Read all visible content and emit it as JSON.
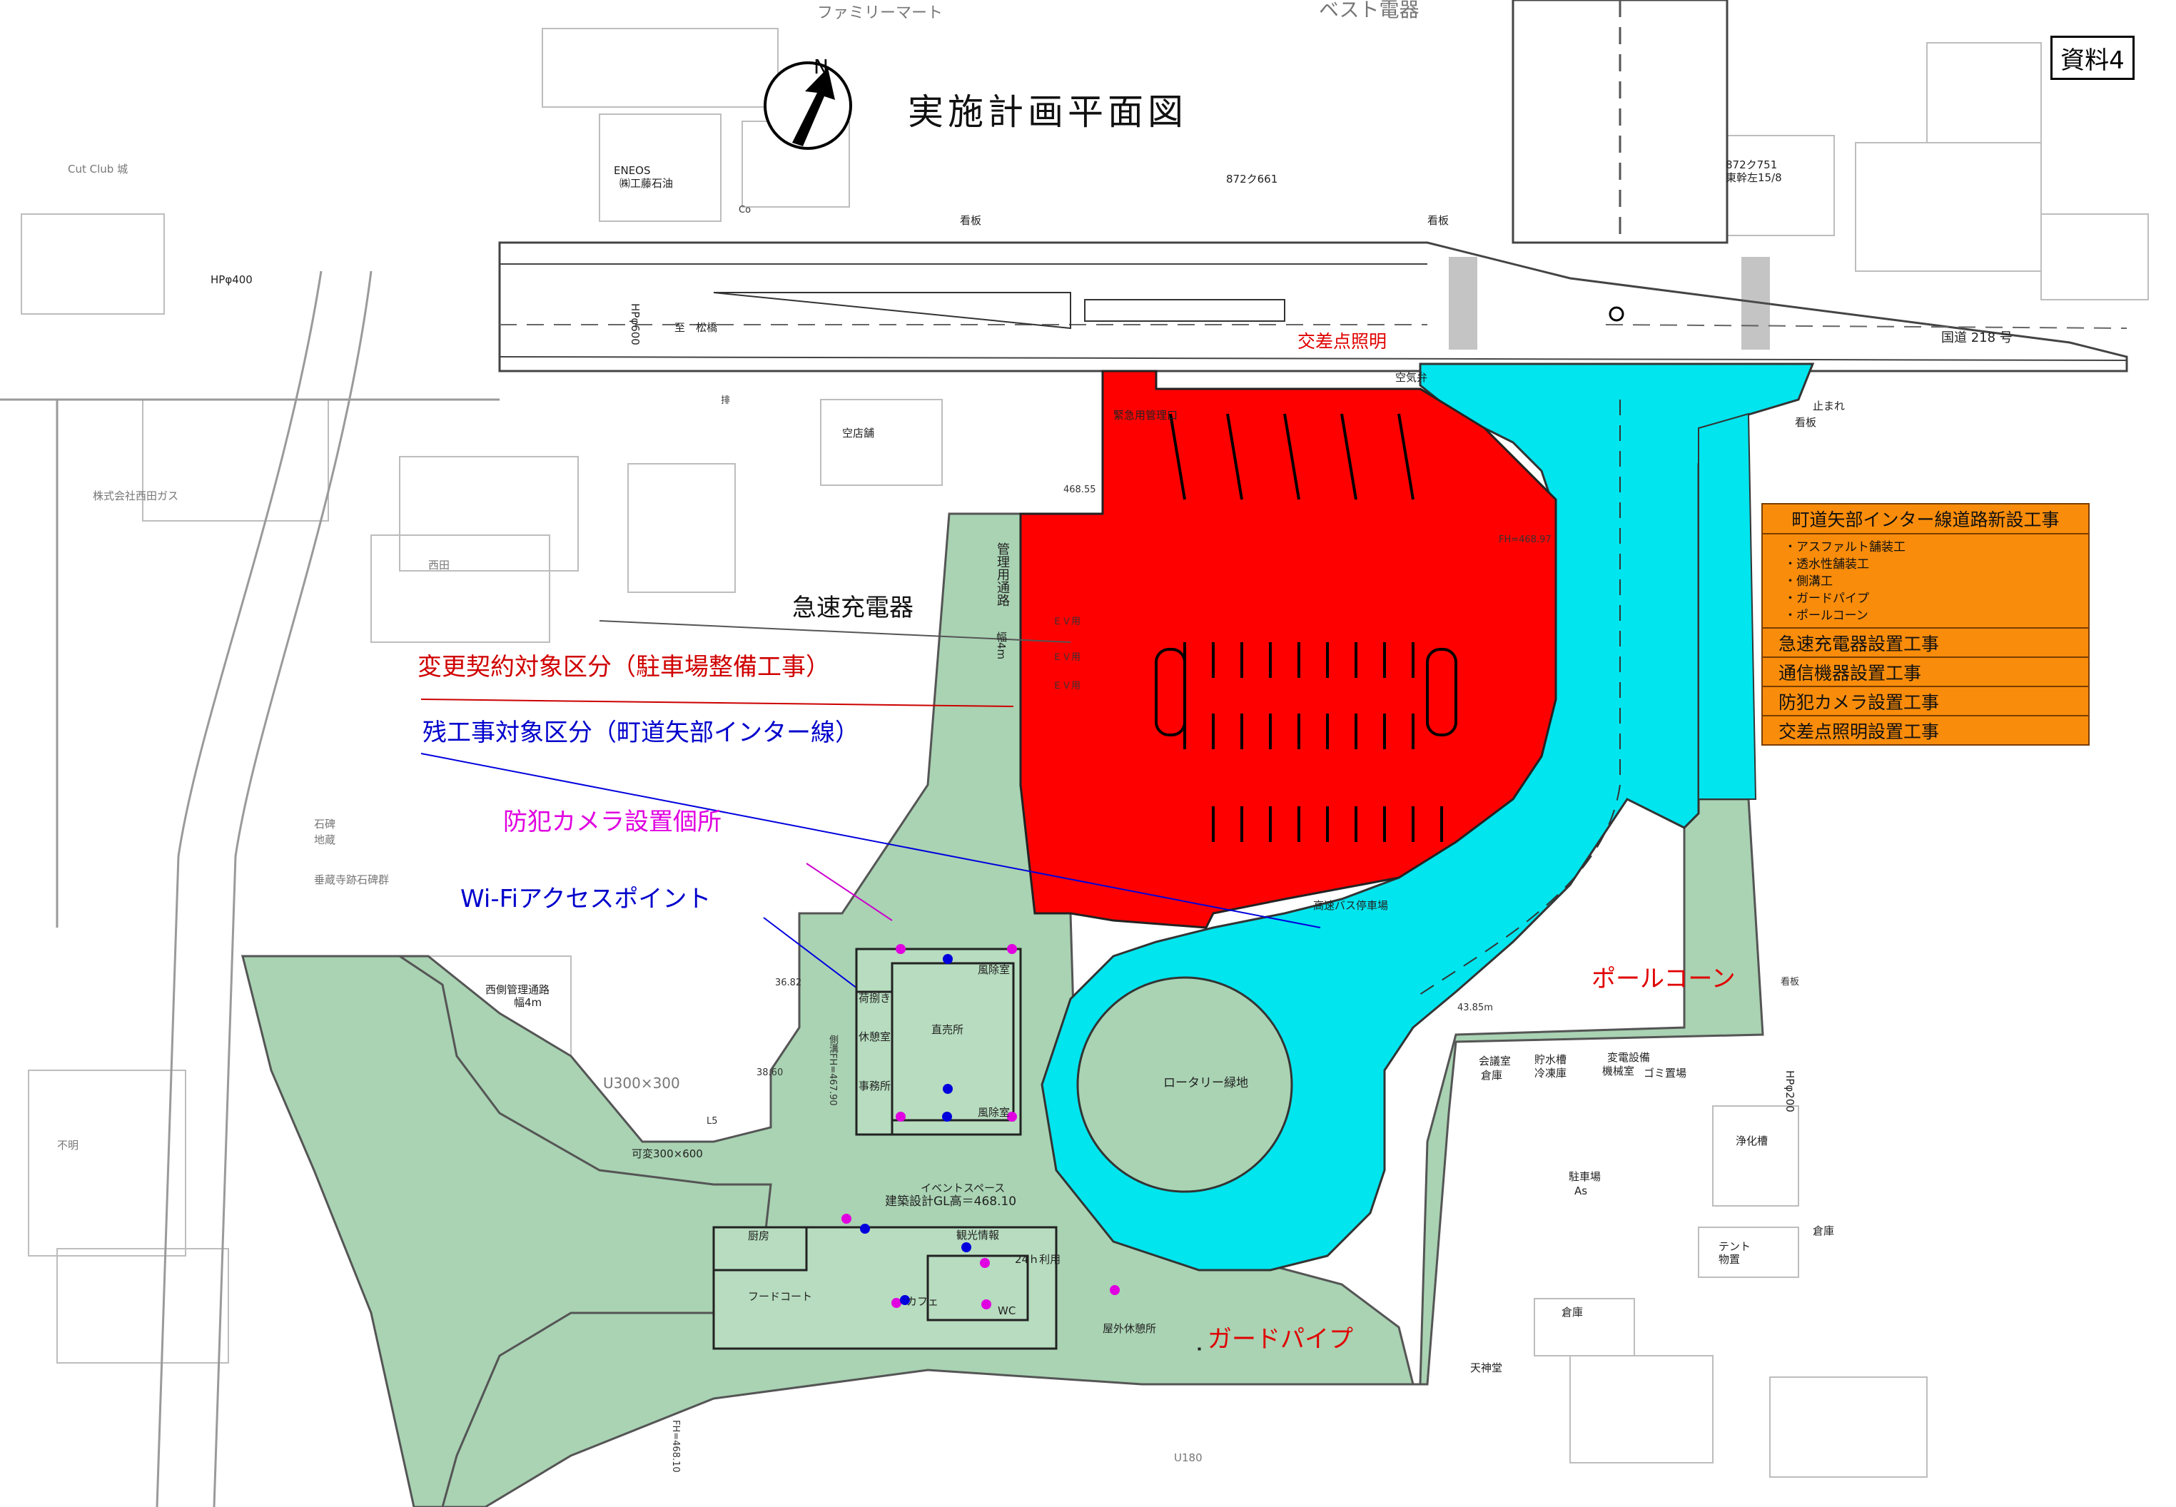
{
  "doc_number": "資料4",
  "title": "実施計画平面図",
  "north_label": "N",
  "annotations": {
    "quick_charger": "急速充電器",
    "change_contract": "変更契約対象区分（駐車場整備工事）",
    "remaining_work": "残工事対象区分（町道矢部インター線）",
    "camera_location": "防犯カメラ設置個所",
    "wifi_access_point": "Wi-Fiアクセスポイント",
    "pole_cone": "ポールコーン",
    "guard_pipe": "ガードパイプ",
    "intersection_light": "交差点照明"
  },
  "legend": {
    "header": "町道矢部インター線道路新設工事",
    "sub_items": [
      "・アスファルト舗装工",
      "・透水性舗装工",
      "・側溝工",
      "・ガードパイプ",
      "・ポールコーン"
    ],
    "rows": [
      "急速充電器設置工事",
      "通信機器設置工事",
      "防犯カメラ設置工事",
      "交差点照明設置工事"
    ]
  },
  "colors": {
    "parking_red": "#ff0000",
    "road_cyan": "#00e5ee",
    "green_area": "#a9d3b3",
    "legend_orange": "#f98c0b",
    "camera_magenta": "#e000e0",
    "wifi_blue": "#0000dd"
  },
  "map_labels": {
    "familymart": "ファミリーマート",
    "best_denki": "ベスト電器",
    "cut_club": "Cut Club 城",
    "eneos": "ENEOS",
    "eneos_sub": "㈱工藤石油",
    "nishida_gas": "株式会社西田ガス",
    "nishida": "西田",
    "empty_shop": "空店舗",
    "route_label": "国道 218 号",
    "to_matsubashi": "至　松橋",
    "parcel_661": "872ク661",
    "parcel_751": "872ク751",
    "parcel_751_sub": "東幹左15/8",
    "signboard_1": "看板",
    "signboard_2": "看板",
    "signboard_3": "看板",
    "air_valve": "空気弁",
    "stop_here": "止まれ",
    "mgmt_road": "管理用通路",
    "width_4m": "幅4m",
    "west_mgmt_road": "西側管理通路",
    "west_width": "幅4m",
    "hp600": "HPφ600",
    "hp400": "HPφ400",
    "hp200": "HPφ200",
    "u300": "U300×300",
    "u180": "U180",
    "kahen": "可変300×600",
    "rotary": "ロータリー緑地",
    "bus_stop": "高速バス停車場",
    "emergency_mgmt": "緊急用管理口",
    "conference": "会議室",
    "warehouse_1": "倉庫",
    "water_tank": "貯水槽",
    "cold_storage": "冷凍庫",
    "substation": "変電設備",
    "machine_room": "機械室",
    "garbage": "ゴミ置場",
    "purification": "浄化槽",
    "parking_as": "駐車場",
    "as_label": "As",
    "tent": "テント",
    "storage": "物置",
    "warehouse_2": "倉庫",
    "warehouse_3": "倉庫",
    "tenjin": "天神堂",
    "unknown": "不明",
    "stone_monument": "石碑",
    "jizo": "地蔵",
    "kamikaji": "垂蔵寺跡石碑群",
    "direct_sales": "直売所",
    "loading": "荷捌き",
    "rest_room": "休憩室",
    "office": "事務所",
    "windbreak_1": "風除室",
    "windbreak_2": "風除室",
    "event_space": "イベントスペース",
    "design_gl": "建築設計GL高＝468.10",
    "kitchen": "厨房",
    "food_court": "フードコート",
    "cafe": "カフェ",
    "tourist_info": "観光情報",
    "open_24h": "24ｈ利用",
    "wc": "WC",
    "outdoor_rest": "屋外休憩所",
    "elev_1": "468.55",
    "elev_2": "36.82",
    "elev_3": "38.60",
    "elev_4": "FH=468.97",
    "elev_5": "43.85m",
    "fh_side": "側溝FH=467.90",
    "fh_low": "FH=468.10",
    "ev_1": "ＥＶ用",
    "ev_2": "ＥＶ用",
    "ev_3": "ＥＶ用",
    "co": "Co",
    "haisui": "排",
    "fh_l": "L5",
    "kanban_m": "看板"
  }
}
